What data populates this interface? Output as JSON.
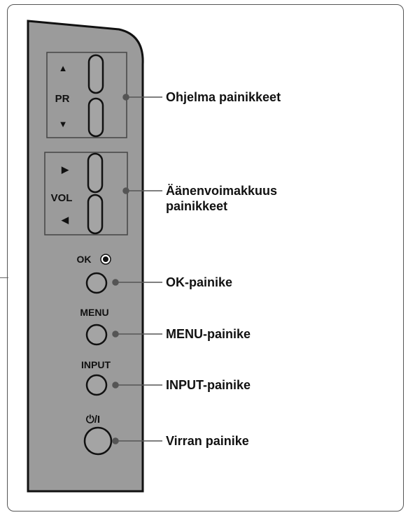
{
  "panel": {
    "pr_group": {
      "label": "PR",
      "up_symbol": "▲",
      "down_symbol": "▼"
    },
    "vol_group": {
      "label": "VOL",
      "up_symbol": "▶",
      "down_symbol": "◀"
    },
    "ok_button": {
      "label": "OK"
    },
    "menu_button": {
      "label": "MENU"
    },
    "input_button": {
      "label": "INPUT"
    },
    "power_button": {
      "label": "⏻/I"
    }
  },
  "callouts": {
    "program": "Ohjelma painikkeet",
    "volume_line1": "Äänenvoimakkuus",
    "volume_line2": "painikkeet",
    "ok": "OK-painike",
    "menu": "MENU-painike",
    "input": "INPUT-painike",
    "power": "Virran painike"
  },
  "colors": {
    "panel_fill": "#9b9b9b",
    "panel_stroke": "#111111",
    "connector": "#555555"
  }
}
